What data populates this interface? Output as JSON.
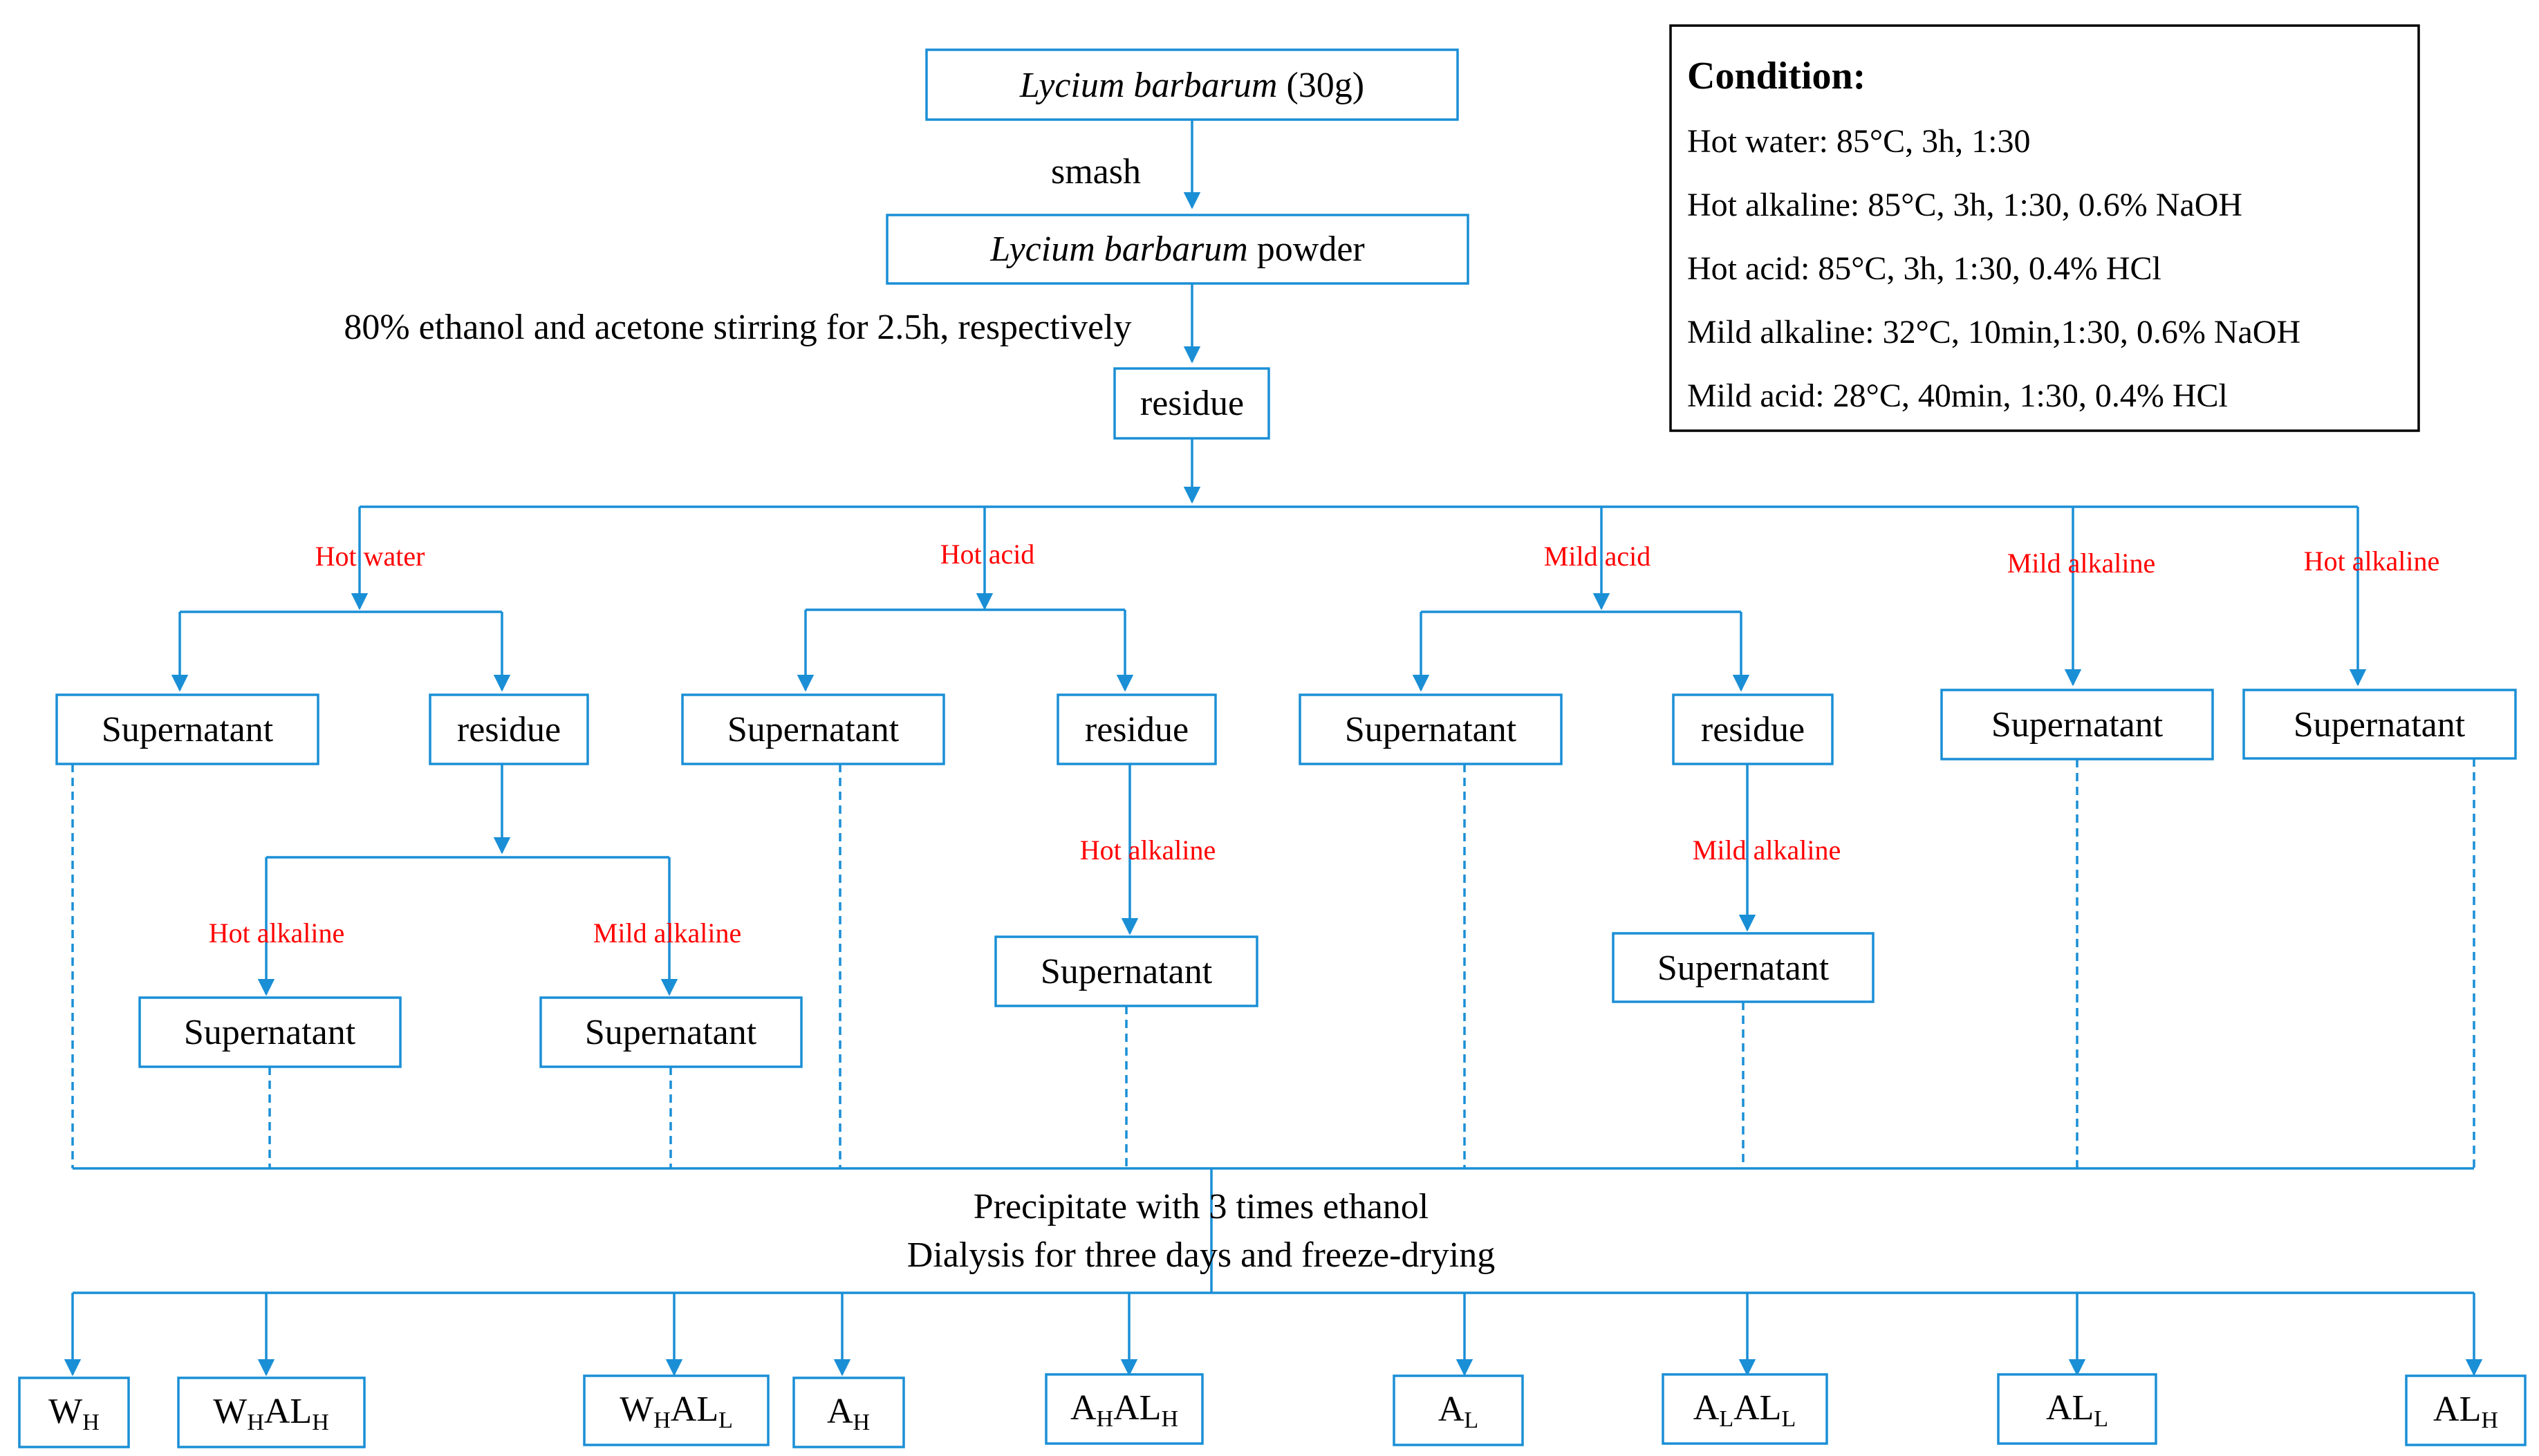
{
  "start": {
    "species": "Lycium barbarum",
    "amount": " (30g)"
  },
  "steps": {
    "smash": "smash",
    "powder_species": "Lycium barbarum",
    "powder_word": " powder",
    "pretreat": "80% ethanol and acetone stirring  for 2.5h, respectively",
    "residue": "residue"
  },
  "methods": {
    "hot_water": "Hot water",
    "hot_acid": "Hot acid",
    "mild_acid": "Mild acid",
    "mild_alkaline": "Mild  alkaline",
    "hot_alkaline": "Hot alkaline"
  },
  "labels": {
    "supernatant": "Supernatant",
    "residue": "residue"
  },
  "precipitate": {
    "line1": "Precipitate with 3 times ethanol",
    "line2": "Dialysis  for three days and freeze-drying"
  },
  "condition": {
    "title": "Condition:",
    "lines": [
      "Hot water:  85°C, 3h,  1:30",
      "Hot alkaline:  85°C, 3h,  1:30,   0.6% NaOH",
      "Hot acid: 85°C, 3h,  1:30,  0.4% HCl",
      "Mild  alkaline:  32°C,  10min,1:30,   0.6% NaOH",
      "Mild  acid: 28°C,  40min,  1:30,  0.4% HCl"
    ]
  },
  "products": {
    "wh": {
      "a": "W",
      "as": "H"
    },
    "whalh": {
      "a": "W",
      "as": "H",
      "b": "AL",
      "bs": "H"
    },
    "whall": {
      "a": "W",
      "as": "H",
      "b": "AL",
      "bs": "L"
    },
    "ah": {
      "a": "A",
      "as": "H"
    },
    "ahalh": {
      "a": "A",
      "as": "H",
      "b": "AL",
      "bs": "H"
    },
    "al": {
      "a": "A",
      "as": "L"
    },
    "alall": {
      "a": "A",
      "as": "L",
      "b": "AL",
      "bs": "L"
    },
    "all": {
      "a": "AL",
      "as": "L"
    },
    "alh": {
      "a": "AL",
      "as": "H"
    }
  },
  "colors": {
    "line": "#1a8fd6",
    "method_label": "#ff0000",
    "text": "#000000"
  }
}
